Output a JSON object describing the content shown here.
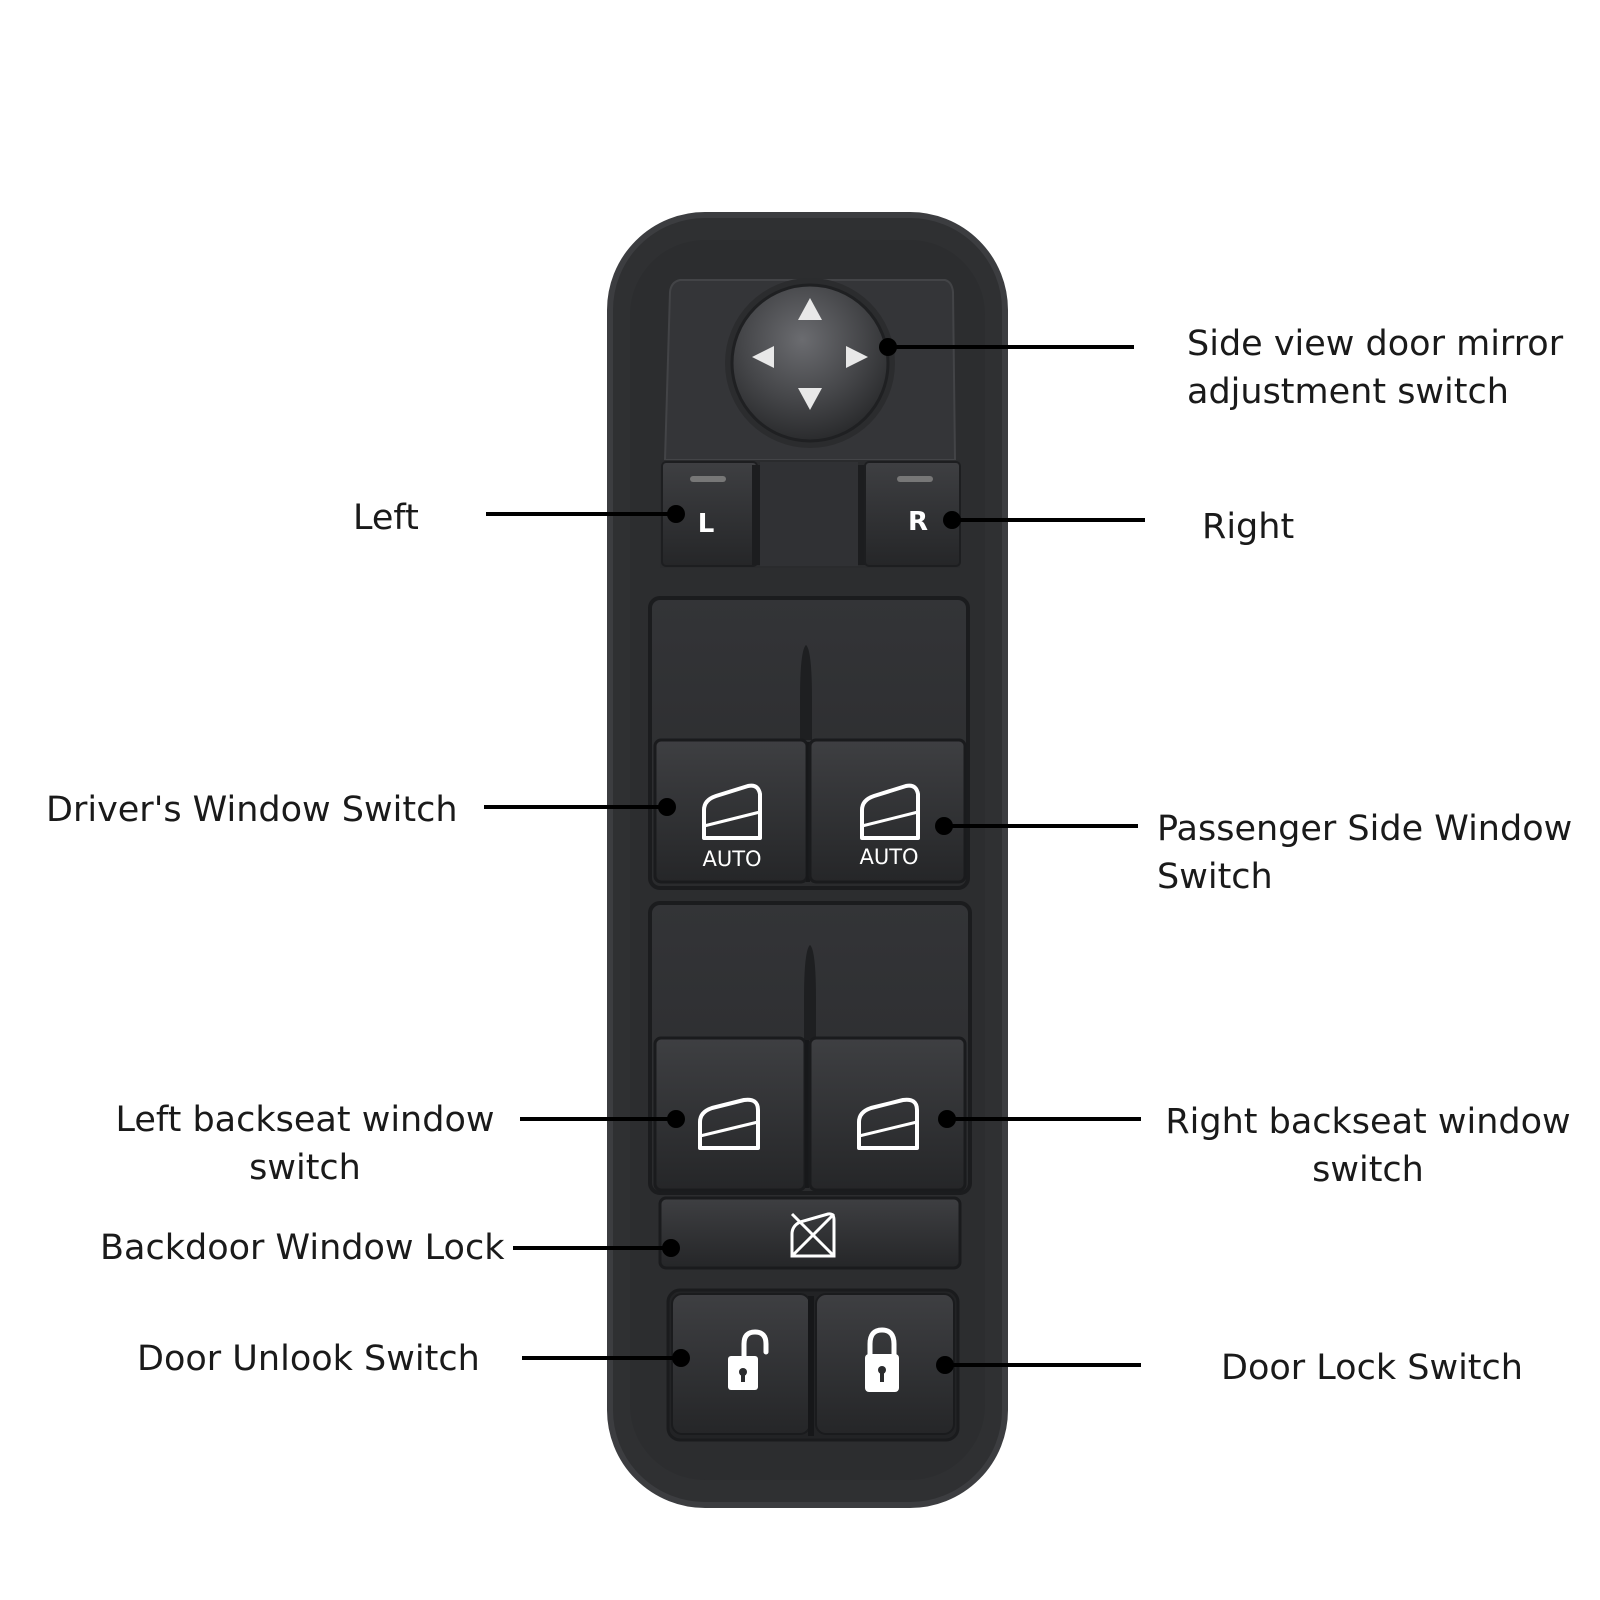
{
  "colors": {
    "panel": "#2e2f31",
    "panel_edge": "#3a3b3d",
    "button": "#27282a",
    "button_top": "#3b3c3f",
    "glyph": "#ffffff",
    "line": "#000000",
    "text": "#1a1a1a"
  },
  "panel": {
    "mirror_knob": {
      "arrows": [
        "up",
        "down",
        "left",
        "right"
      ]
    },
    "mirror_select": {
      "left_key": "L",
      "right_key": "R"
    },
    "front_windows": {
      "driver_tag": "AUTO",
      "passenger_tag": "AUTO"
    },
    "lock_icon_names": {
      "mirror": "arrow-icons",
      "window": "window-icon",
      "window_lockout": "window-lockout-icon",
      "unlock": "padlock-open-icon",
      "lock": "padlock-closed-icon"
    }
  },
  "callouts": {
    "mirror": {
      "line1": "Side view door mirror",
      "line2": "adjustment switch"
    },
    "left": {
      "text": "Left"
    },
    "right": {
      "text": "Right"
    },
    "driver": {
      "text": "Driver's Window Switch"
    },
    "passenger": {
      "line1": "Passenger Side Window",
      "line2": "Switch"
    },
    "left_back": {
      "line1": "Left backseat window",
      "line2": "switch"
    },
    "right_back": {
      "line1": "Right backseat window",
      "line2": "switch"
    },
    "backdoor_lock": {
      "text": "Backdoor Window Lock"
    },
    "unlock": {
      "text": "Door Unlook Switch"
    },
    "lock": {
      "text": "Door Lock Switch"
    }
  }
}
